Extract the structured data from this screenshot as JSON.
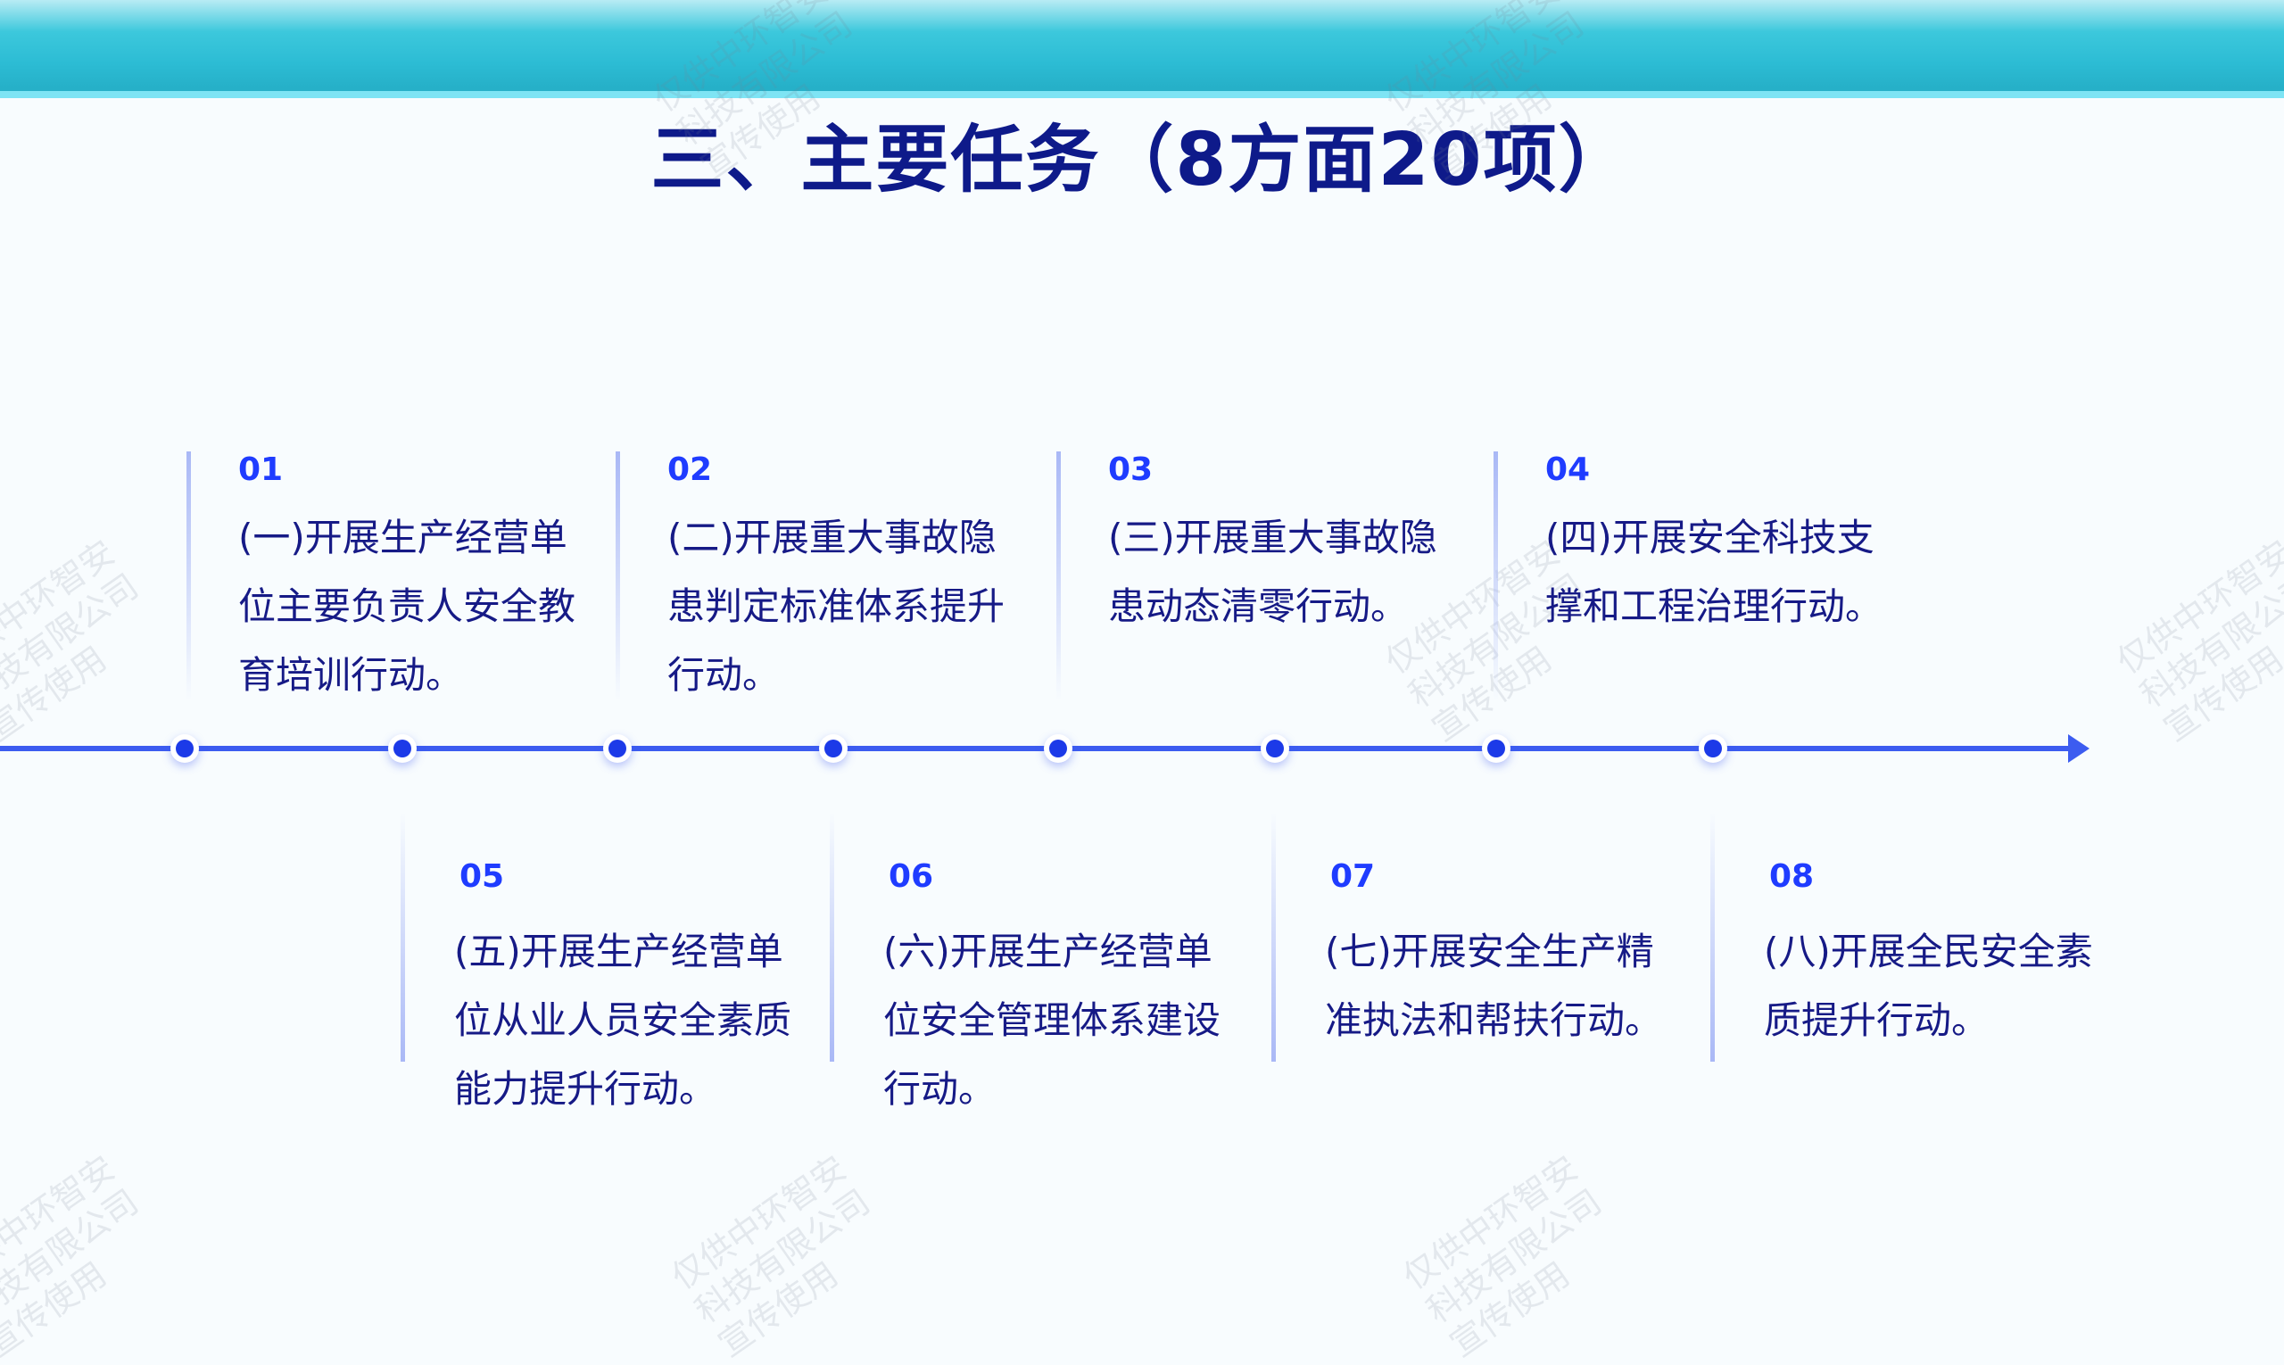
{
  "title": "三、主要任务（8方面20项）",
  "watermark": "仅供中环智安科技有限公司宣传使用",
  "colors": {
    "header": "#2cbcd4",
    "title": "#0e1a8a",
    "accent": "#1f3cff",
    "axis": "#3c5cf0"
  },
  "tasks": [
    {
      "num": "01",
      "text": "(一)开展生产经营单位主要负责人安全教育培训行动。"
    },
    {
      "num": "02",
      "text": "(二)开展重大事故隐患判定标准体系提升行动。"
    },
    {
      "num": "03",
      "text": "(三)开展重大事故隐患动态清零行动。"
    },
    {
      "num": "04",
      "text": "(四)开展安全科技支撑和工程治理行动。"
    },
    {
      "num": "05",
      "text": "(五)开展生产经营单位从业人员安全素质能力提升行动。"
    },
    {
      "num": "06",
      "text": "(六)开展生产经营单位安全管理体系建设行动。"
    },
    {
      "num": "07",
      "text": "(七)开展安全生产精准执法和帮扶行动。"
    },
    {
      "num": "08",
      "text": "(八)开展全民安全素质提升行动。"
    }
  ]
}
